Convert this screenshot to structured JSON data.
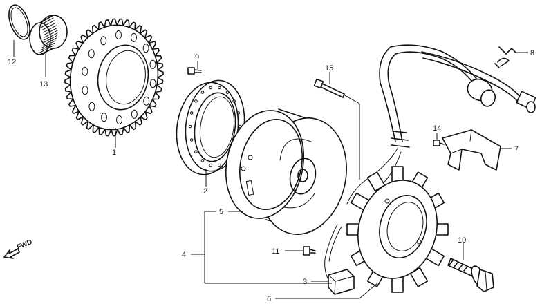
{
  "diagram": {
    "callouts": [
      "1",
      "2",
      "3",
      "4",
      "5",
      "6",
      "7",
      "8",
      "9",
      "10",
      "11",
      "12",
      "13",
      "14",
      "15"
    ],
    "direction_label": "FWD"
  },
  "parts": [
    {
      "callout": "1",
      "icon": "sprocket-gear-icon"
    },
    {
      "callout": "2",
      "icon": "starter-clutch-ring-icon"
    },
    {
      "callout": "5",
      "icon": "flywheel-rotor-icon"
    },
    {
      "callout": "6",
      "icon": "stator-coil-icon"
    },
    {
      "callout": "7",
      "icon": "cover-bracket-icon"
    },
    {
      "callout": "8",
      "icon": "wire-clamp-icon"
    },
    {
      "callout": "9",
      "icon": "small-bolt-icon"
    },
    {
      "callout": "10",
      "icon": "flange-bolt-icon"
    },
    {
      "callout": "11",
      "icon": "screw-icon"
    },
    {
      "callout": "12",
      "icon": "snap-ring-icon"
    },
    {
      "callout": "13",
      "icon": "needle-bearing-icon"
    },
    {
      "callout": "14",
      "icon": "small-screw-icon"
    },
    {
      "callout": "15",
      "icon": "long-bolt-icon"
    }
  ]
}
